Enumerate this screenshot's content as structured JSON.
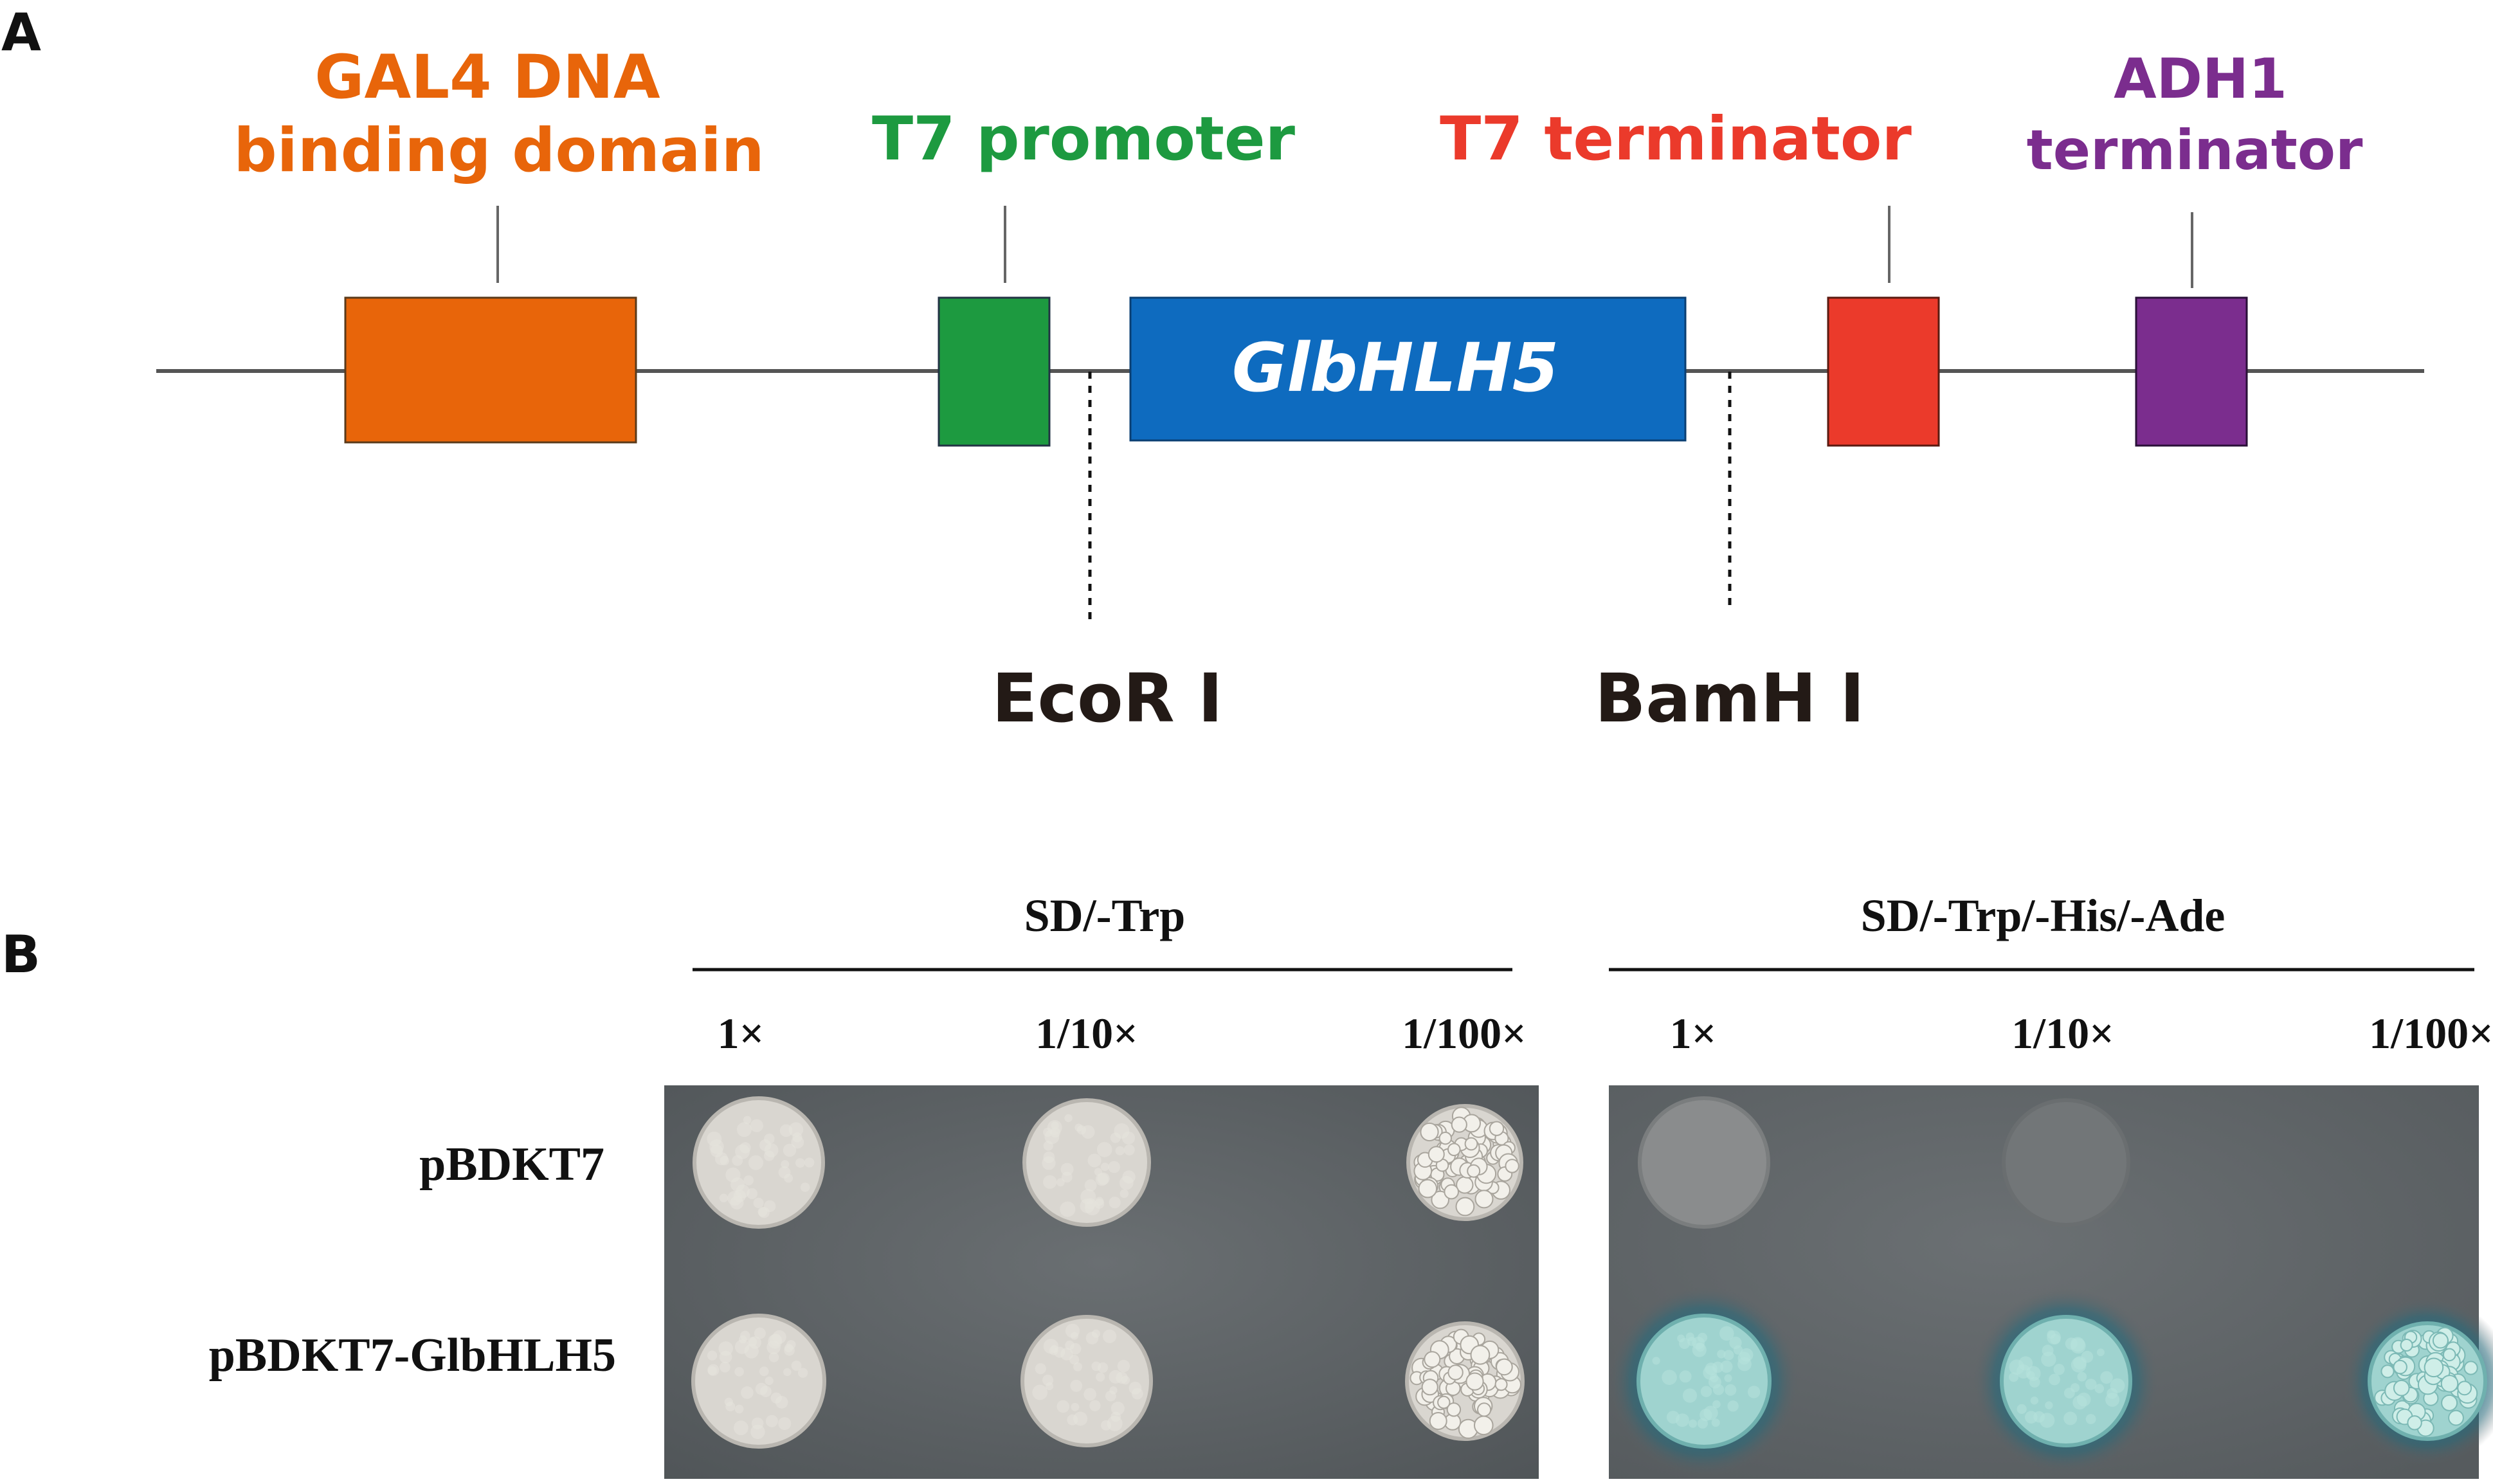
{
  "panel_a": {
    "label": "A",
    "features": {
      "gal4": {
        "line1": "GAL4 DNA",
        "line2": "binding domain",
        "color": "#E8650A"
      },
      "t7_promoter": {
        "label": "T7 promoter",
        "color": "#1D9A40"
      },
      "gene": {
        "label": "GlbHLH5",
        "color": "#0E6BBF",
        "text_color": "#ffffff"
      },
      "t7_terminator": {
        "label": "T7 terminator",
        "color": "#EB3A2B"
      },
      "adh1": {
        "line1": "ADH1",
        "line2": "terminator",
        "color": "#7B2D8E"
      }
    },
    "sites": {
      "ecori": "EcoR I",
      "bamhi": "BamH I"
    },
    "backbone_color": "#555555"
  },
  "panel_b": {
    "label": "B",
    "media": [
      {
        "name": "SD/-Trp",
        "dilutions": [
          "1×",
          "1/10×",
          "1/100×"
        ]
      },
      {
        "name": "SD/-Trp/-His/-Ade",
        "dilutions": [
          "1×",
          "1/10×",
          "1/100×"
        ]
      }
    ],
    "rows": [
      "pBDKT7",
      "pBDKT7-GlbHLH5"
    ],
    "growth": [
      [
        {
          "medium": 0,
          "dilution": "1×",
          "growth": "strong",
          "color": "white"
        },
        {
          "medium": 0,
          "dilution": "1/10×",
          "growth": "strong",
          "color": "white"
        },
        {
          "medium": 0,
          "dilution": "1/100×",
          "growth": "colonies",
          "color": "white"
        },
        {
          "medium": 1,
          "dilution": "1×",
          "growth": "faint",
          "color": "none"
        },
        {
          "medium": 1,
          "dilution": "1/10×",
          "growth": "trace",
          "color": "none"
        },
        {
          "medium": 1,
          "dilution": "1/100×",
          "growth": "none",
          "color": "none"
        }
      ],
      [
        {
          "medium": 0,
          "dilution": "1×",
          "growth": "strong",
          "color": "white"
        },
        {
          "medium": 0,
          "dilution": "1/10×",
          "growth": "strong",
          "color": "white"
        },
        {
          "medium": 0,
          "dilution": "1/100×",
          "growth": "colonies",
          "color": "white"
        },
        {
          "medium": 1,
          "dilution": "1×",
          "growth": "strong",
          "color": "blue"
        },
        {
          "medium": 1,
          "dilution": "1/10×",
          "growth": "strong",
          "color": "blue"
        },
        {
          "medium": 1,
          "dilution": "1/100×",
          "growth": "colonies",
          "color": "blue"
        }
      ]
    ],
    "plate_color": "#5E6366"
  }
}
